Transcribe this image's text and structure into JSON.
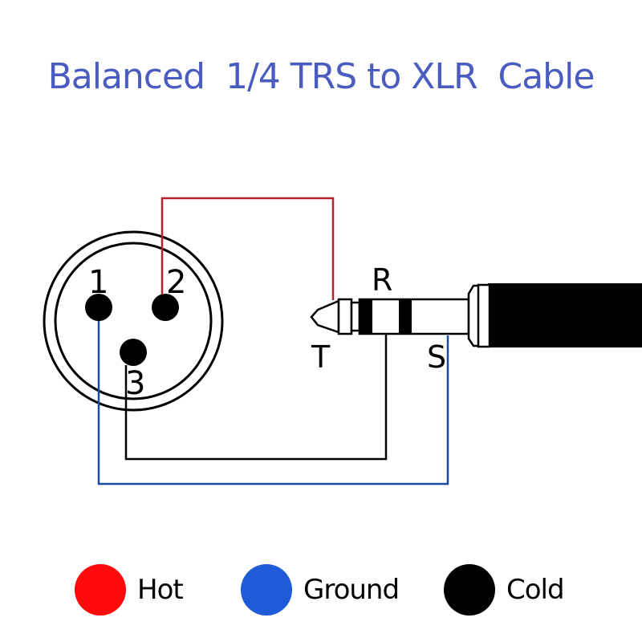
{
  "title": "Balanced  1/4 TRS to XLR  Cable",
  "colors": {
    "title": "#4a5cc0",
    "hot": "#b5202a",
    "ground": "#1f4aa0",
    "cold": "#000000",
    "legend_hot": "#ff0a0a",
    "legend_ground": "#1f5ad8",
    "legend_cold": "#000000"
  },
  "xlr": {
    "pins": [
      {
        "label": "1",
        "signal": "Ground"
      },
      {
        "label": "2",
        "signal": "Hot"
      },
      {
        "label": "3",
        "signal": "Cold"
      }
    ]
  },
  "trs": {
    "contacts": [
      {
        "label": "T",
        "signal": "Hot"
      },
      {
        "label": "R",
        "signal": "Cold"
      },
      {
        "label": "S",
        "signal": "Ground"
      }
    ]
  },
  "legend": [
    {
      "label": "Hot",
      "color": "#ff0a0a"
    },
    {
      "label": "Ground",
      "color": "#1f5ad8"
    },
    {
      "label": "Cold",
      "color": "#000000"
    }
  ]
}
